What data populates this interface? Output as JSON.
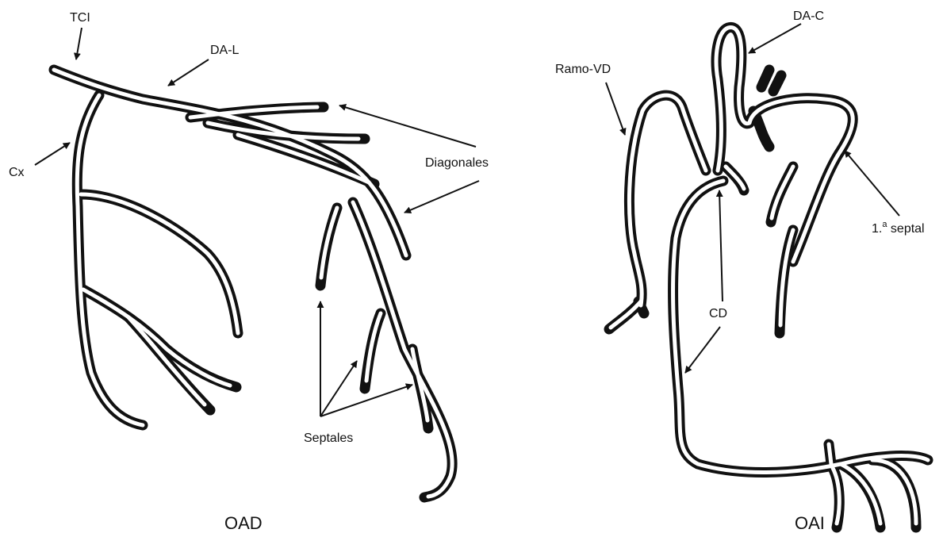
{
  "labels": {
    "tci": "TCI",
    "da_l": "DA-L",
    "cx": "Cx",
    "diagonales": "Diagonales",
    "septales": "Septales",
    "ramo_vd": "Ramo-VD",
    "da_c": "DA-C",
    "cd": "CD",
    "septal_num": "1.",
    "septal_sup": "a",
    "septal_text": " septal"
  },
  "captions": {
    "left": "OAD",
    "right": "OAI"
  },
  "colors": {
    "vessel": "#111111",
    "lumen": "#ffffff",
    "arrow": "#111111",
    "text": "#111111"
  }
}
